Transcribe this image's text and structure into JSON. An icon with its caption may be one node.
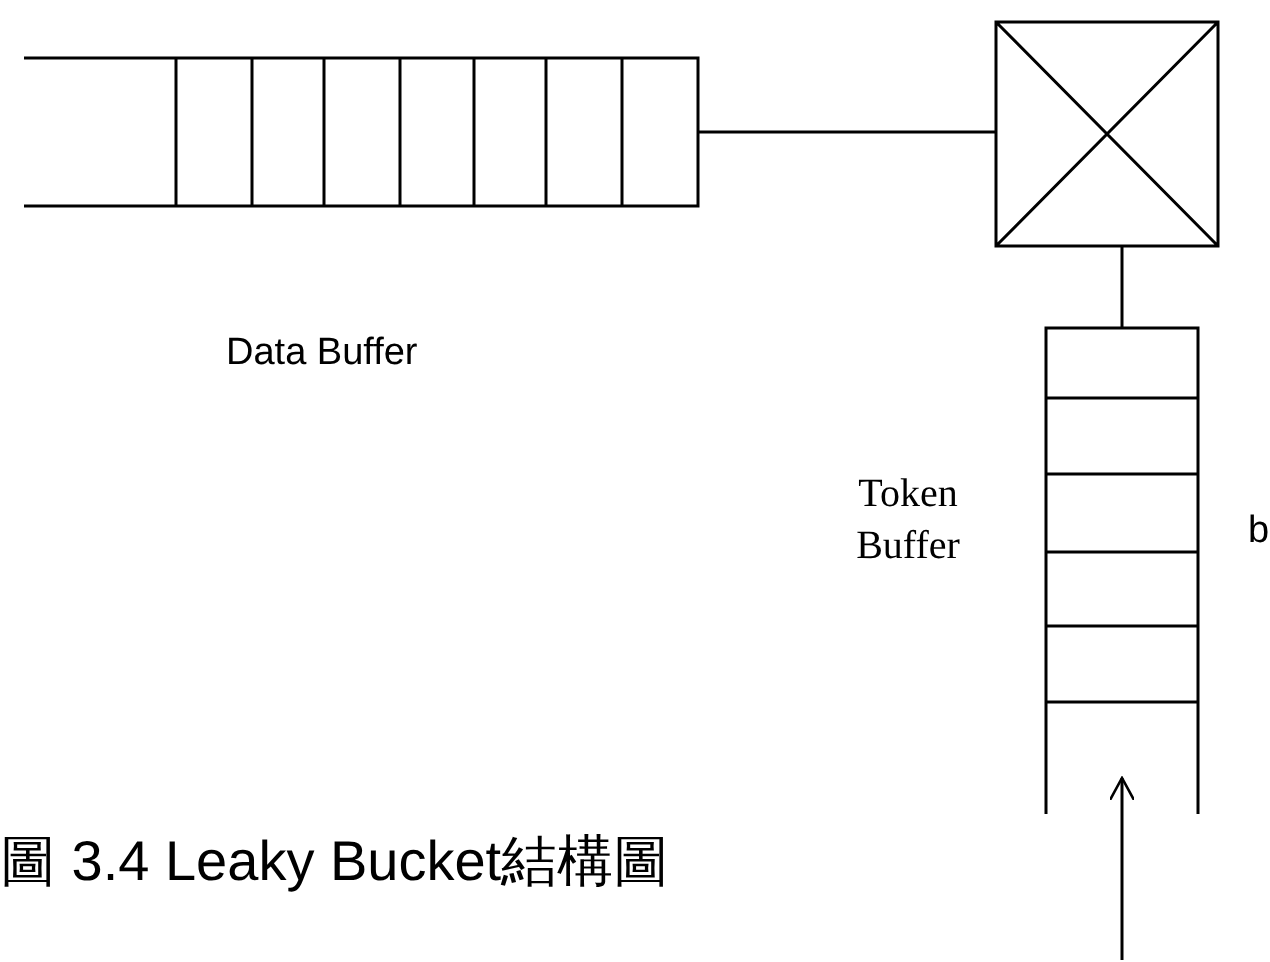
{
  "diagram": {
    "caption": "圖 3.4 Leaky Bucket結構圖",
    "nodes": [
      {
        "text": [
          "Data Buffer"
        ]
      },
      {
        "text": [],
        "shape": "box"
      },
      {
        "text": [
          "Token Buffer"
        ]
      }
    ],
    "edges": [
      {
        "from": 0,
        "to": 1,
        "arrow": "none"
      },
      {
        "from": 1,
        "to": 2,
        "arrow": "none"
      },
      {
        "from": null,
        "to": 2,
        "arrow": "to"
      }
    ],
    "labels": [
      "b"
    ]
  }
}
